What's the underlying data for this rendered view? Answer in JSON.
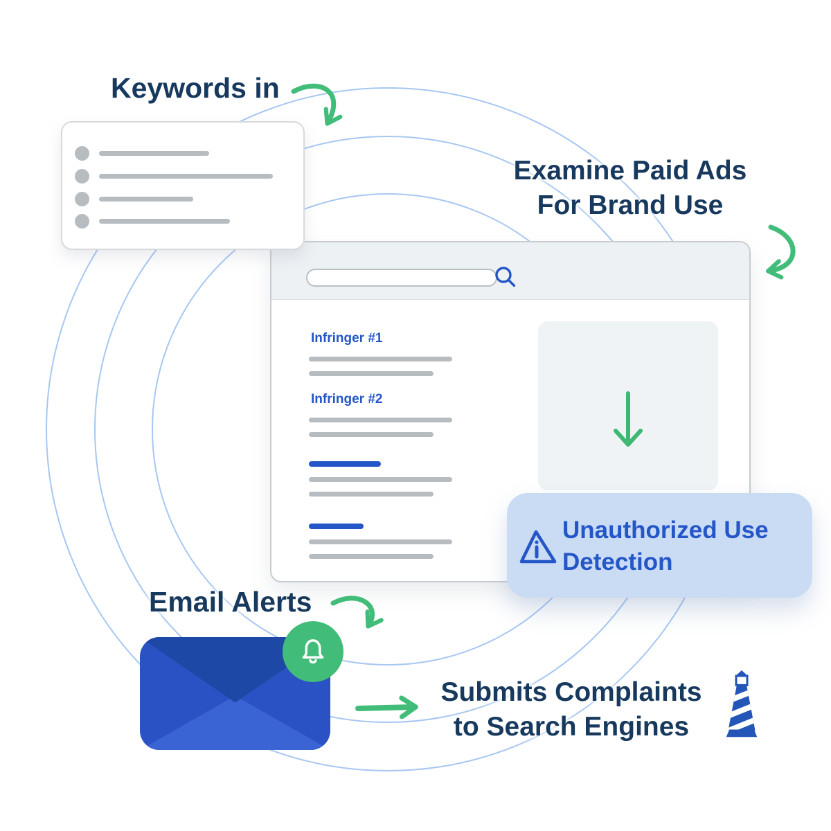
{
  "labels": {
    "keywords_in": "Keywords in",
    "examine_paid_ads_line1": "Examine Paid Ads",
    "examine_paid_ads_line2": "For Brand Use",
    "email_alerts": "Email Alerts",
    "submits_complaints_line1": "Submits Complaints",
    "submits_complaints_line2": "to Search Engines"
  },
  "browser_window": {
    "search": {
      "value": "",
      "placeholder": ""
    },
    "results": [
      {
        "label": "Infringer #1"
      },
      {
        "label": "Infringer #2"
      }
    ]
  },
  "detection_chip": {
    "line1": "Unauthorized Use",
    "line2": "Detection"
  },
  "icons": {
    "search_icon": "magnifying-glass",
    "info_triangle_icon": "rounded-triangle-with-i",
    "bell_icon": "notification-bell",
    "envelope_icon": "email-envelope",
    "lighthouse_icon": "blue-white-striped-lighthouse",
    "flow_arrow_icons": "green-curved-and-straight-arrows"
  },
  "colors": {
    "navy_heading": "#17395e",
    "link_blue": "#2456c8",
    "accent_green": "#41bd79",
    "arc_blue": "#a7c7f1",
    "chip_bg": "#cadbf4",
    "envelope_blue": "#2a52c4",
    "envelope_flap": "#1e48a6",
    "envelope_fold": "#3a63d3",
    "placeholder_gray": "#b7bcc0",
    "panel_gray": "#eff3f5",
    "header_gray": "#edf1f4"
  }
}
